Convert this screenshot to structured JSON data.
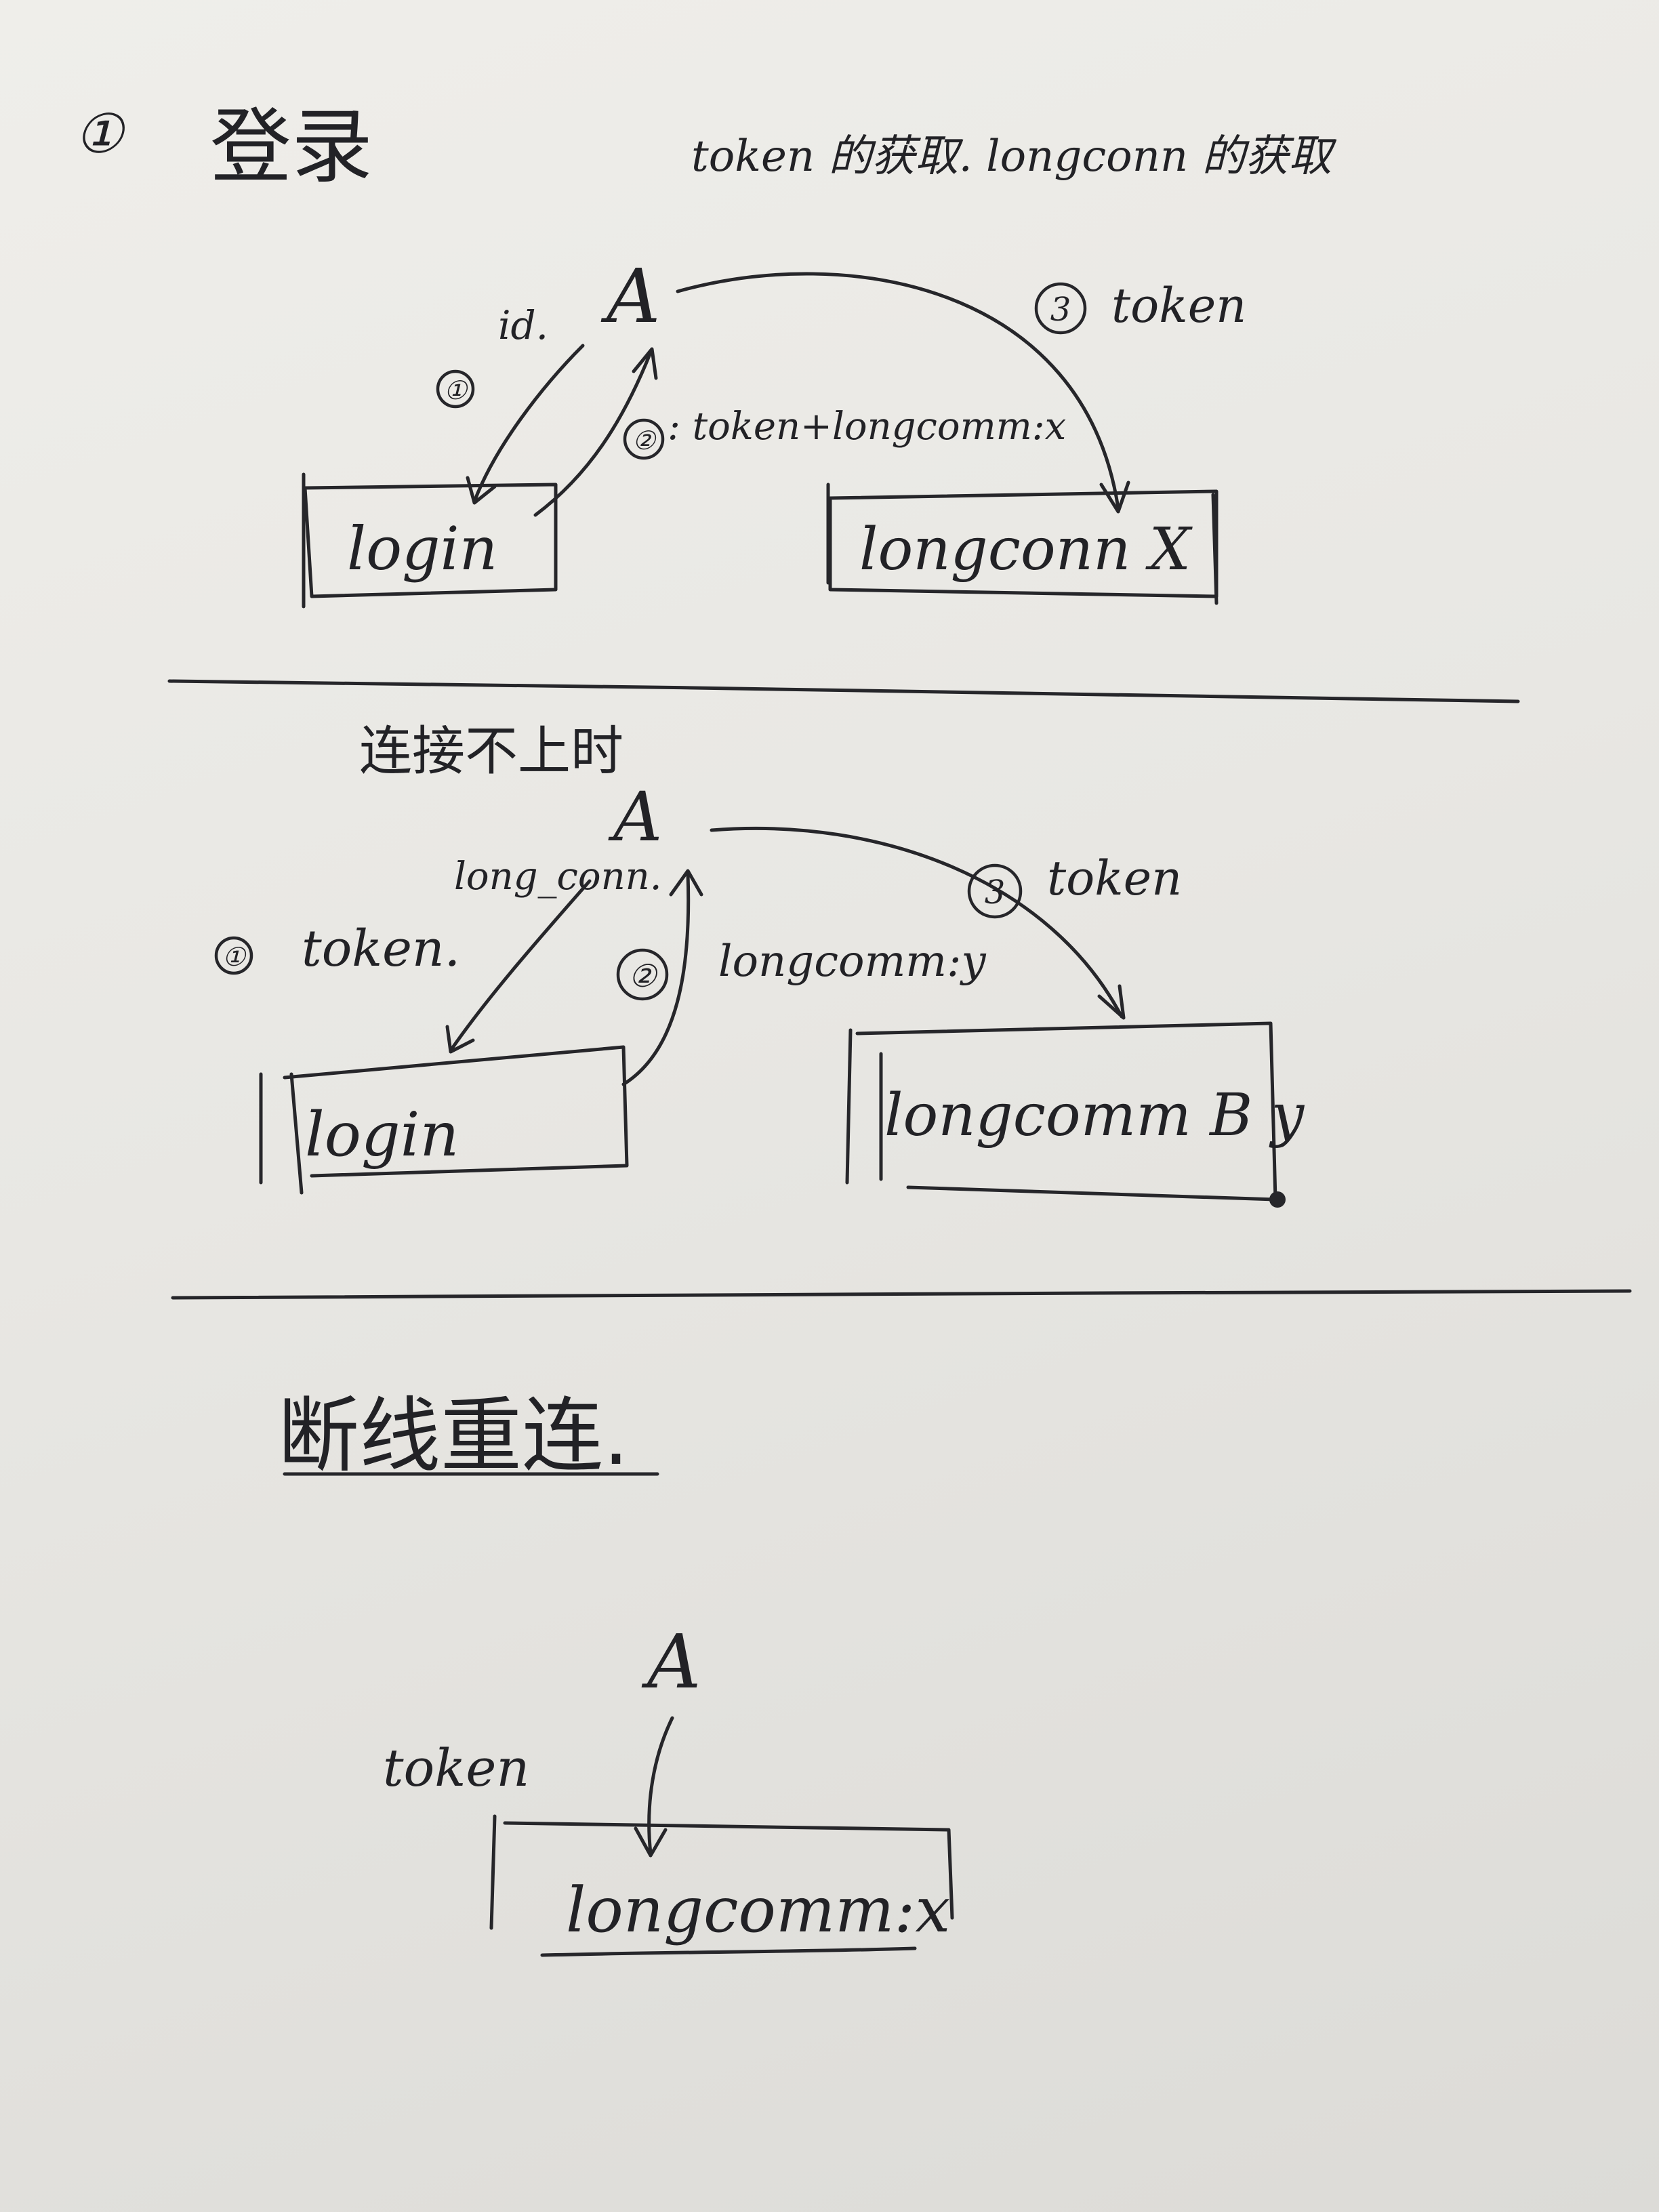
{
  "section1": {
    "number": "①",
    "title": "登录",
    "subtitle": "token 的获取. longconn 的获取",
    "node_a": "A",
    "edge1_num": "①",
    "edge1_label": "id.",
    "edge2_num": "②",
    "edge2_label": ": token+longcomm:x",
    "edge3_num": "3",
    "edge3_label": "token",
    "login_box": "login",
    "longconn_box": "longconn X"
  },
  "section2": {
    "title": "连接不上时",
    "node_a": "A",
    "edge1_num": "①",
    "edge1_label": "token.",
    "edge1_note": "long_conn.",
    "edge2_num": "②",
    "edge2_label": "longcomm:y",
    "edge3_num": "3",
    "edge3_label": "token",
    "login_box": "login",
    "longcomm_box": "longcomm B y"
  },
  "section3": {
    "title": "断线重连.",
    "node_a": "A",
    "edge_label": "token",
    "box": "longcomm:x"
  }
}
